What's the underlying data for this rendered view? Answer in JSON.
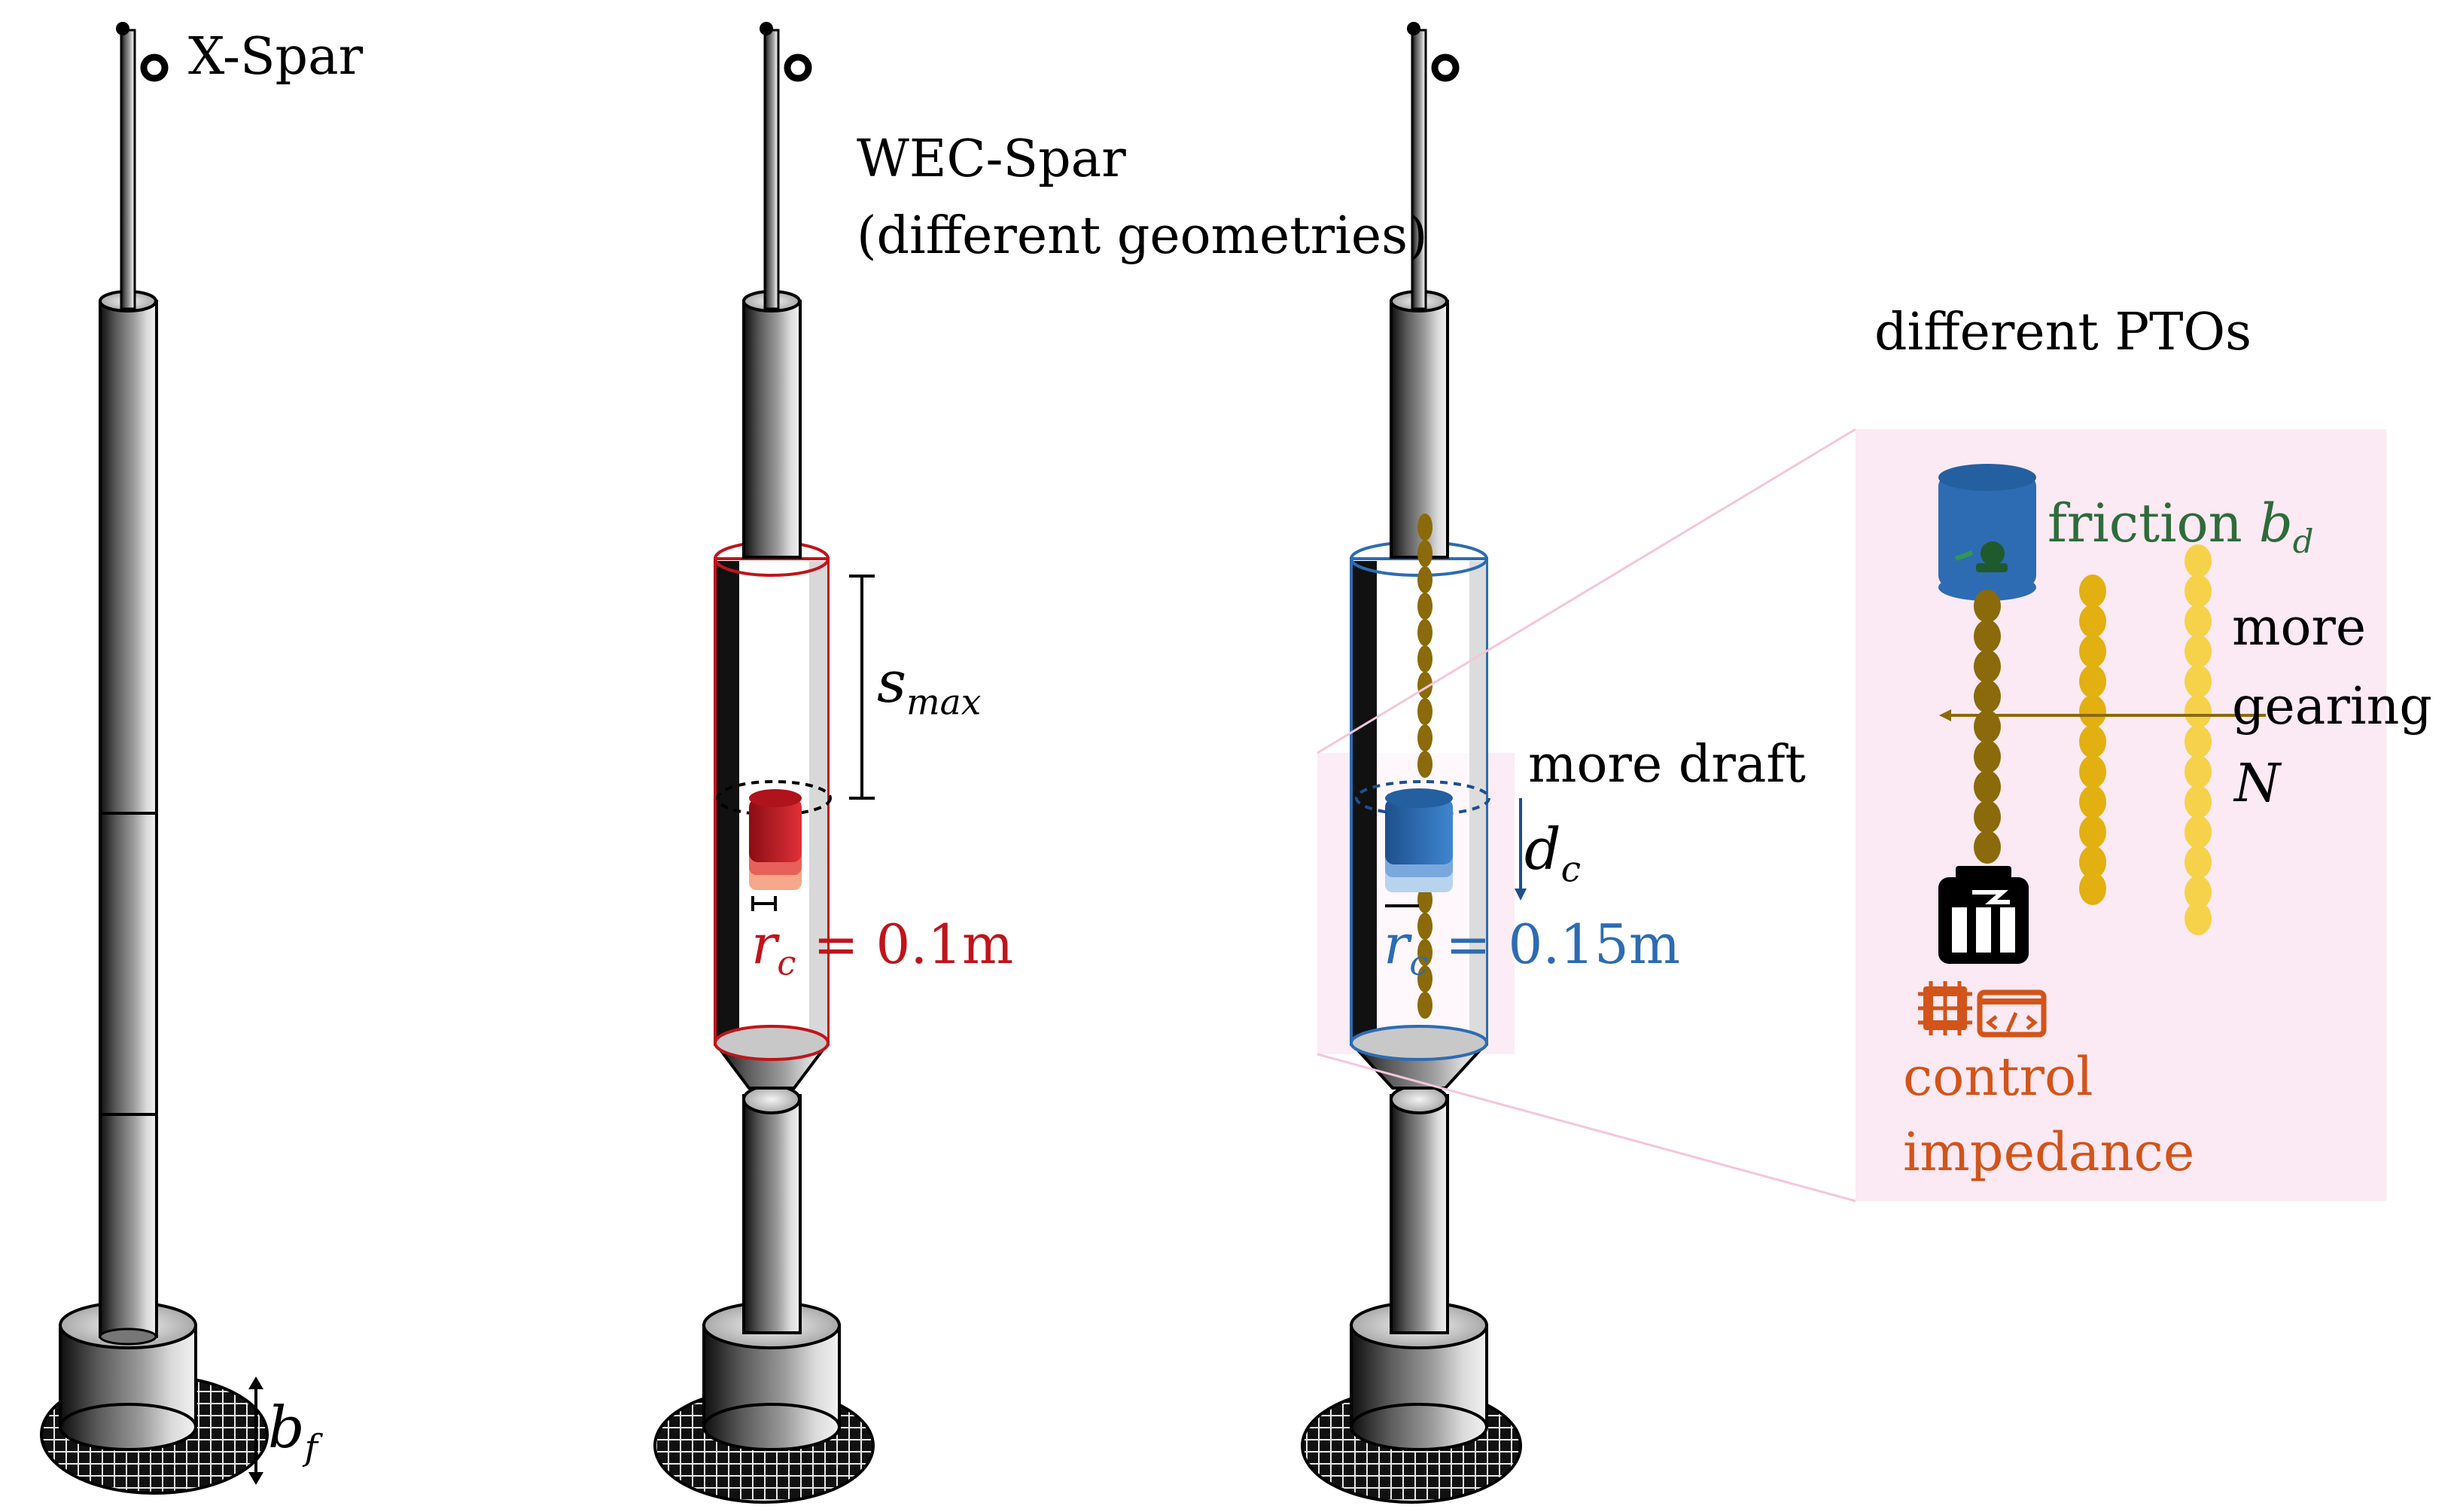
{
  "colors": {
    "red": "#c0141c",
    "blue": "#2d6cb2",
    "green": "#2e6b3a",
    "orange": "#d2541a",
    "gold": "#e2b010",
    "olive": "#8a6a0a",
    "panel": "#fbe9f3",
    "steel": "#6e6e6e"
  },
  "labels": {
    "xspar": "X-Spar",
    "wec_spar_line1": "WEC-Spar",
    "wec_spar_line2": "(different geometries)",
    "different_ptos": "different PTOs",
    "s_max": {
      "var": "s",
      "sub": "max"
    },
    "b_f": {
      "var": "b",
      "sub": "f"
    },
    "rc_red": {
      "var": "r",
      "sub": "c",
      "rest": " = 0.1m"
    },
    "rc_blue": {
      "var": "r",
      "sub": "c",
      "rest": " = 0.15m"
    },
    "more_draft": "more draft",
    "d_c": {
      "var": "d",
      "sub": "c"
    },
    "friction": {
      "text": "friction ",
      "var": "b",
      "sub": "d"
    },
    "more": "more",
    "gearing": "gearing",
    "N": "N",
    "control": "control",
    "impedance": "impedance"
  },
  "icons": [
    "anchor-icon",
    "generator-icon",
    "friction-brake-icon",
    "battery-icon",
    "chip-icon",
    "code-icon"
  ]
}
